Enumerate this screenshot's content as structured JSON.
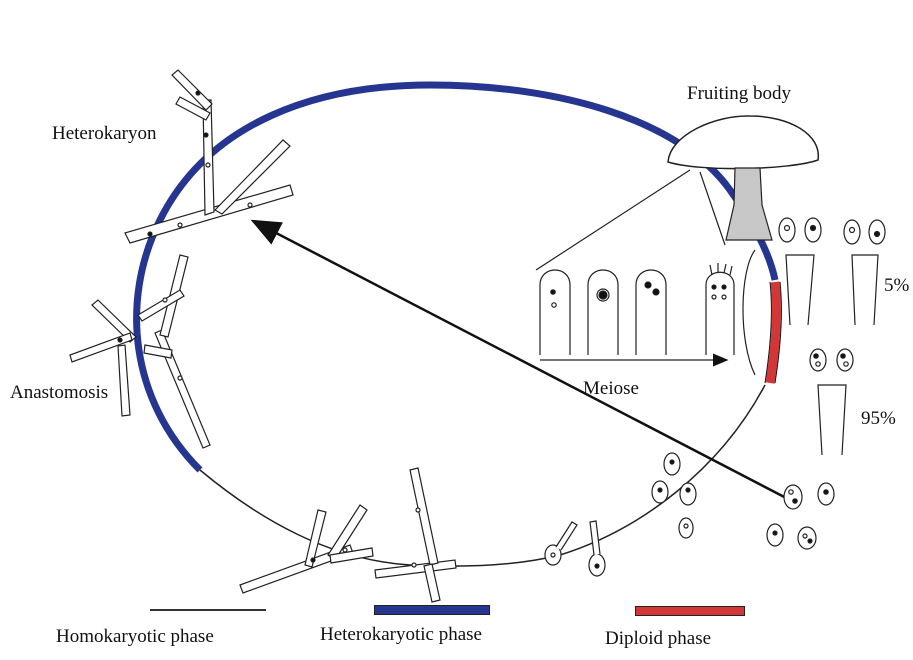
{
  "labels": {
    "fruiting_body": "Fruiting body",
    "heterokaryon": "Heterokaryon",
    "anastomosis": "Anastomosis",
    "meiose": "Meiose",
    "pct_5": "5%",
    "pct_95": "95%"
  },
  "legend": [
    {
      "label": "Homokaryotic phase",
      "color": "#333333"
    },
    {
      "label": "Heterokaryotic phase",
      "color": "#26358f"
    },
    {
      "label": "Diploid phase",
      "color": "#d23636"
    }
  ],
  "colors": {
    "heterokaryotic": "#26358f",
    "diploid": "#d23636",
    "stipe": "#c8c8c8",
    "line": "#111111"
  }
}
